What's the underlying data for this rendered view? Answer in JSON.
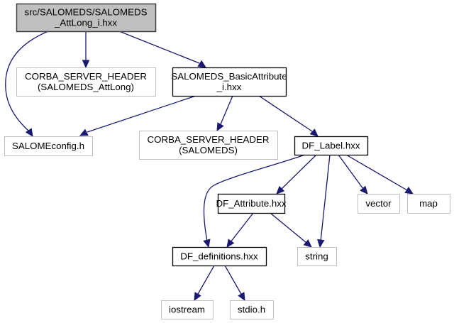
{
  "diagram": {
    "type": "include-dependency-graph",
    "colors": {
      "edge": "#191970",
      "root_fill": "#bfbfbf",
      "root_border": "#404040",
      "documented_border": "#000000",
      "external_border": "#bfbfbf",
      "fill": "#ffffff"
    },
    "nodes": [
      {
        "id": "root",
        "lines": [
          "src/SALOMEDS/SALOMEDS",
          "_AttLong_i.hxx"
        ],
        "kind": "root"
      },
      {
        "id": "corba1",
        "lines": [
          "CORBA_SERVER_HEADER",
          "(SALOMEDS_AttLong)"
        ],
        "kind": "external"
      },
      {
        "id": "basic",
        "lines": [
          "SALOMEDS_BasicAttribute",
          "_i.hxx"
        ],
        "kind": "documented"
      },
      {
        "id": "salomeconfig",
        "lines": [
          "SALOMEconfig.h"
        ],
        "kind": "external"
      },
      {
        "id": "corba2",
        "lines": [
          "CORBA_SERVER_HEADER",
          "(SALOMEDS)"
        ],
        "kind": "external"
      },
      {
        "id": "dflabel",
        "lines": [
          "DF_Label.hxx"
        ],
        "kind": "documented"
      },
      {
        "id": "dfattr",
        "lines": [
          "DF_Attribute.hxx"
        ],
        "kind": "documented"
      },
      {
        "id": "vector",
        "lines": [
          "vector"
        ],
        "kind": "external"
      },
      {
        "id": "map",
        "lines": [
          "map"
        ],
        "kind": "external"
      },
      {
        "id": "dfdefs",
        "lines": [
          "DF_definitions.hxx"
        ],
        "kind": "documented"
      },
      {
        "id": "string",
        "lines": [
          "string"
        ],
        "kind": "external"
      },
      {
        "id": "iostream",
        "lines": [
          "iostream"
        ],
        "kind": "external"
      },
      {
        "id": "stdio",
        "lines": [
          "stdio.h"
        ],
        "kind": "external"
      }
    ],
    "edges": [
      {
        "from": "root",
        "to": "salomeconfig"
      },
      {
        "from": "root",
        "to": "corba1"
      },
      {
        "from": "root",
        "to": "basic"
      },
      {
        "from": "basic",
        "to": "salomeconfig"
      },
      {
        "from": "basic",
        "to": "corba2"
      },
      {
        "from": "basic",
        "to": "dflabel"
      },
      {
        "from": "dflabel",
        "to": "dfdefs"
      },
      {
        "from": "dflabel",
        "to": "dfattr"
      },
      {
        "from": "dflabel",
        "to": "string"
      },
      {
        "from": "dflabel",
        "to": "vector"
      },
      {
        "from": "dflabel",
        "to": "map"
      },
      {
        "from": "dfattr",
        "to": "dfdefs"
      },
      {
        "from": "dfattr",
        "to": "string"
      },
      {
        "from": "dfdefs",
        "to": "iostream"
      },
      {
        "from": "dfdefs",
        "to": "stdio"
      }
    ]
  }
}
